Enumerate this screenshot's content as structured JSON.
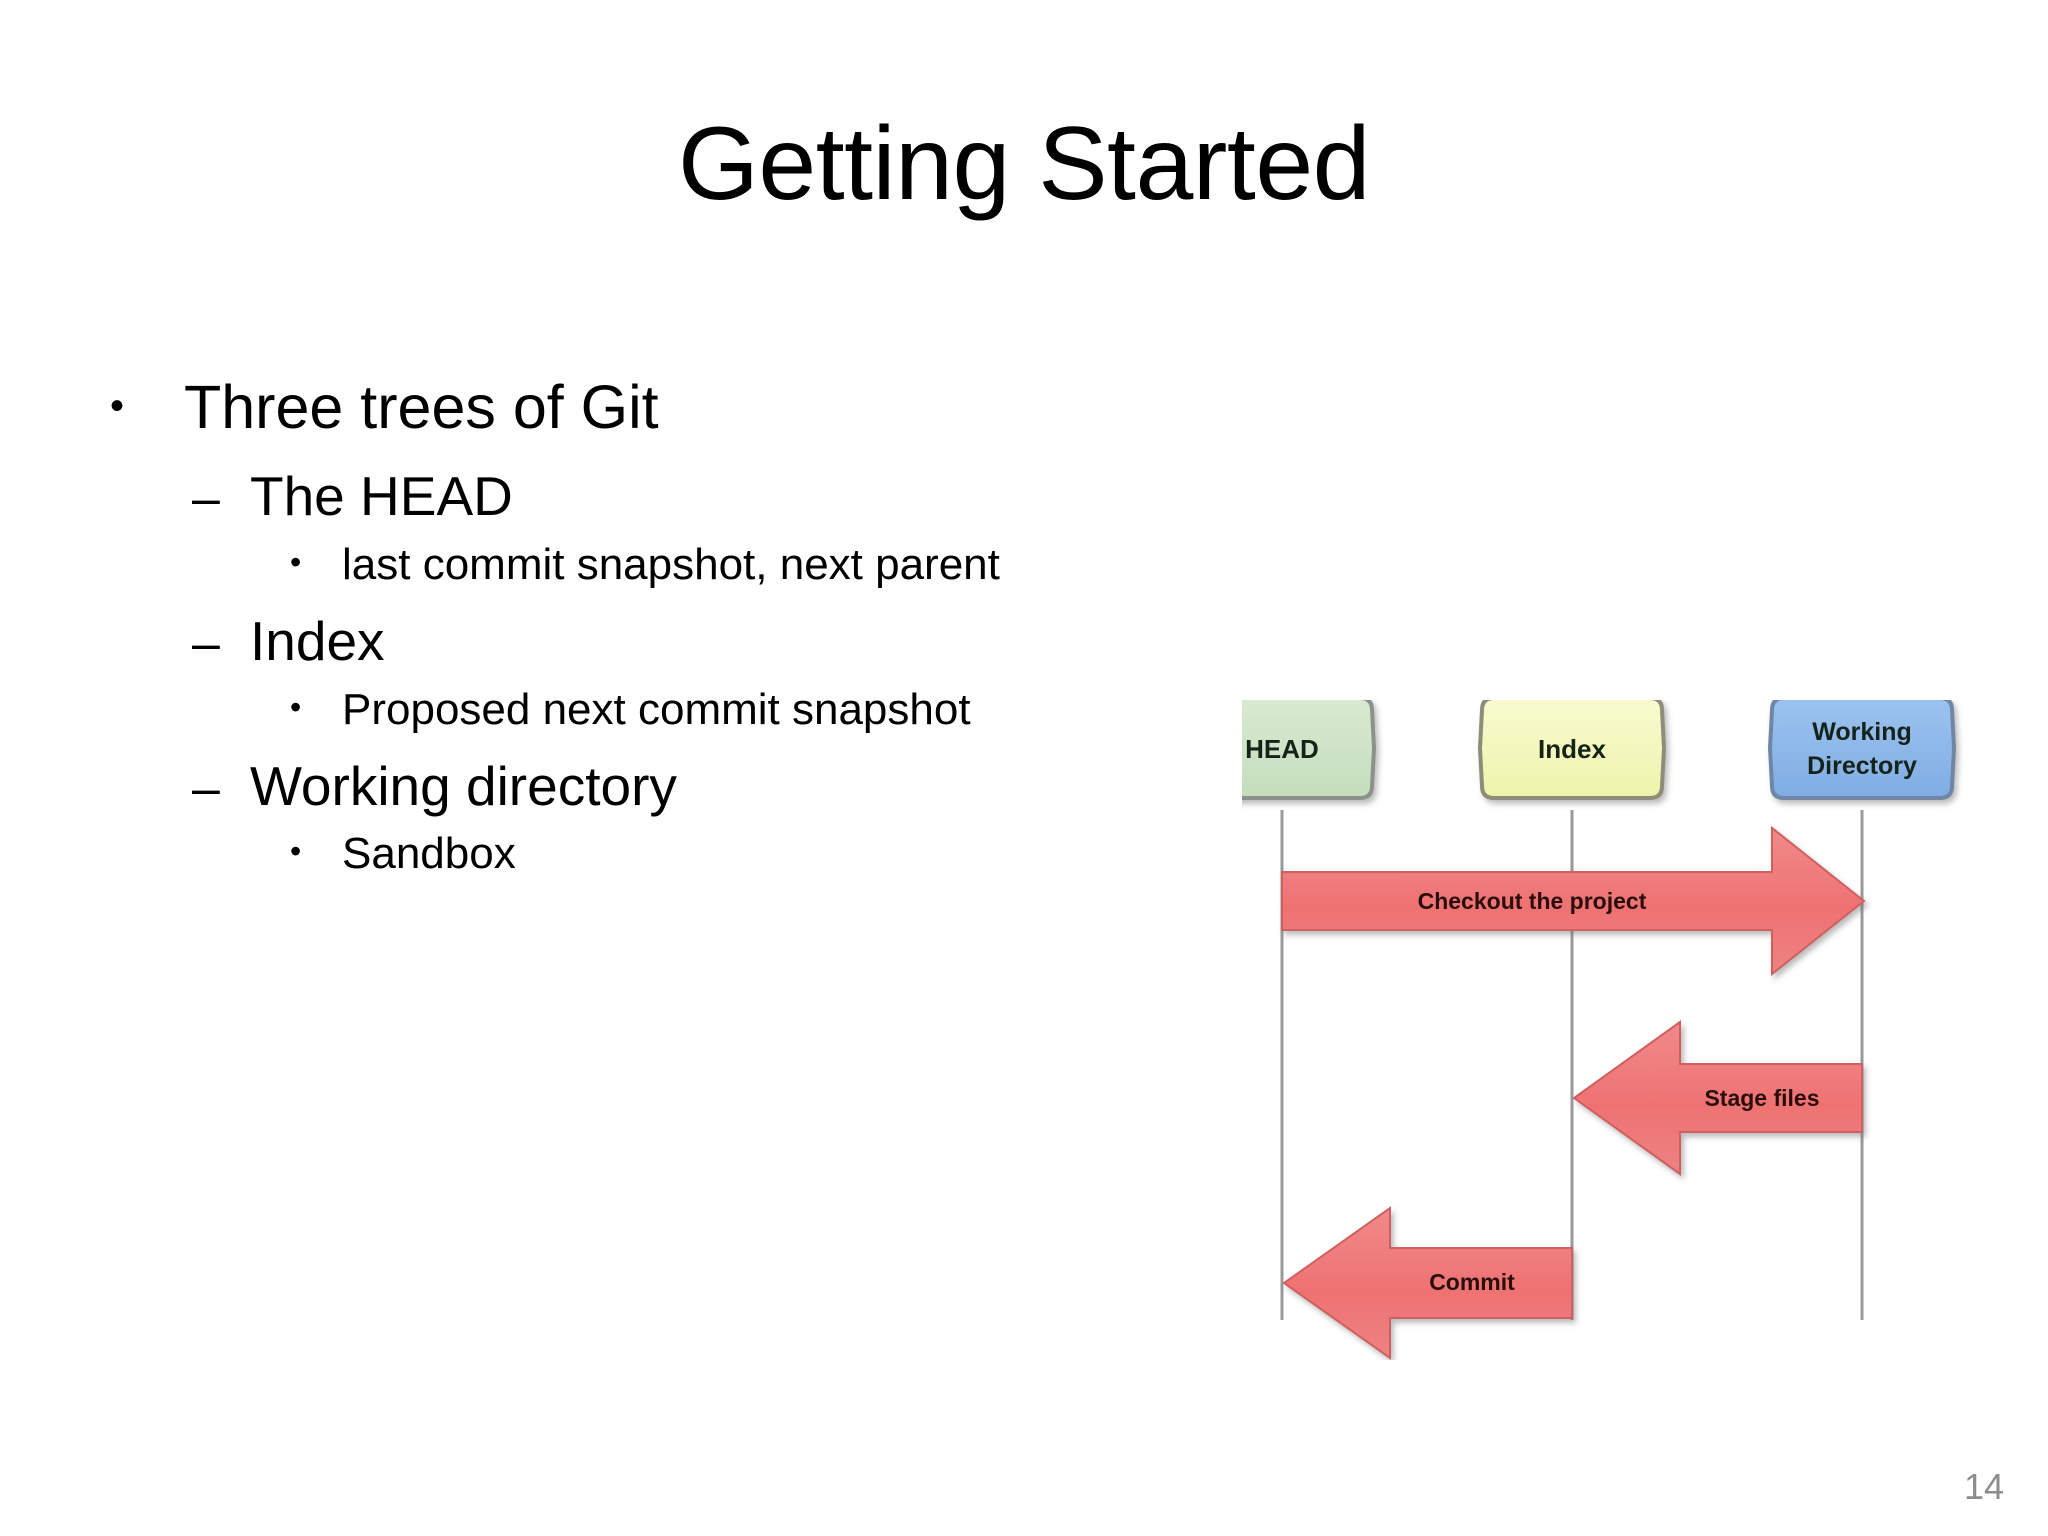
{
  "slide": {
    "title": "Getting Started",
    "page_number": "14"
  },
  "bullets": {
    "level1_marker": "•",
    "level2_marker": "–",
    "level3_marker": "•",
    "items": [
      {
        "level": 1,
        "text": "Three trees of Git"
      },
      {
        "level": 2,
        "text": "The HEAD"
      },
      {
        "level": 3,
        "text": "last commit snapshot, next parent"
      },
      {
        "level": 2,
        "text": "Index"
      },
      {
        "level": 3,
        "text": "Proposed next commit snapshot"
      },
      {
        "level": 2,
        "text": "Working directory"
      },
      {
        "level": 3,
        "text": "Sandbox"
      }
    ]
  },
  "diagram": {
    "nodes": [
      {
        "id": "head",
        "label": "HEAD",
        "fill": "#cfe3c9",
        "stroke": "#848c84"
      },
      {
        "id": "index",
        "label": "Index",
        "fill": "#f3f7bf",
        "stroke": "#8c8c78"
      },
      {
        "id": "working-directory",
        "label_line1": "Working",
        "label_line2": "Directory",
        "fill": "#8cb6e8",
        "stroke": "#6e85a3"
      }
    ],
    "arrows": [
      {
        "id": "checkout",
        "label": "Checkout the project",
        "direction": "right",
        "from": "HEAD",
        "to": "Working Directory",
        "fill": "#ef7b7b"
      },
      {
        "id": "stage-files",
        "label": "Stage files",
        "direction": "left",
        "from": "Working Directory",
        "to": "Index",
        "fill": "#ef7b7b"
      },
      {
        "id": "commit",
        "label": "Commit",
        "direction": "left",
        "from": "Index",
        "to": "HEAD",
        "fill": "#ef7b7b"
      }
    ],
    "lifeline_color": "#9a9a9a"
  }
}
